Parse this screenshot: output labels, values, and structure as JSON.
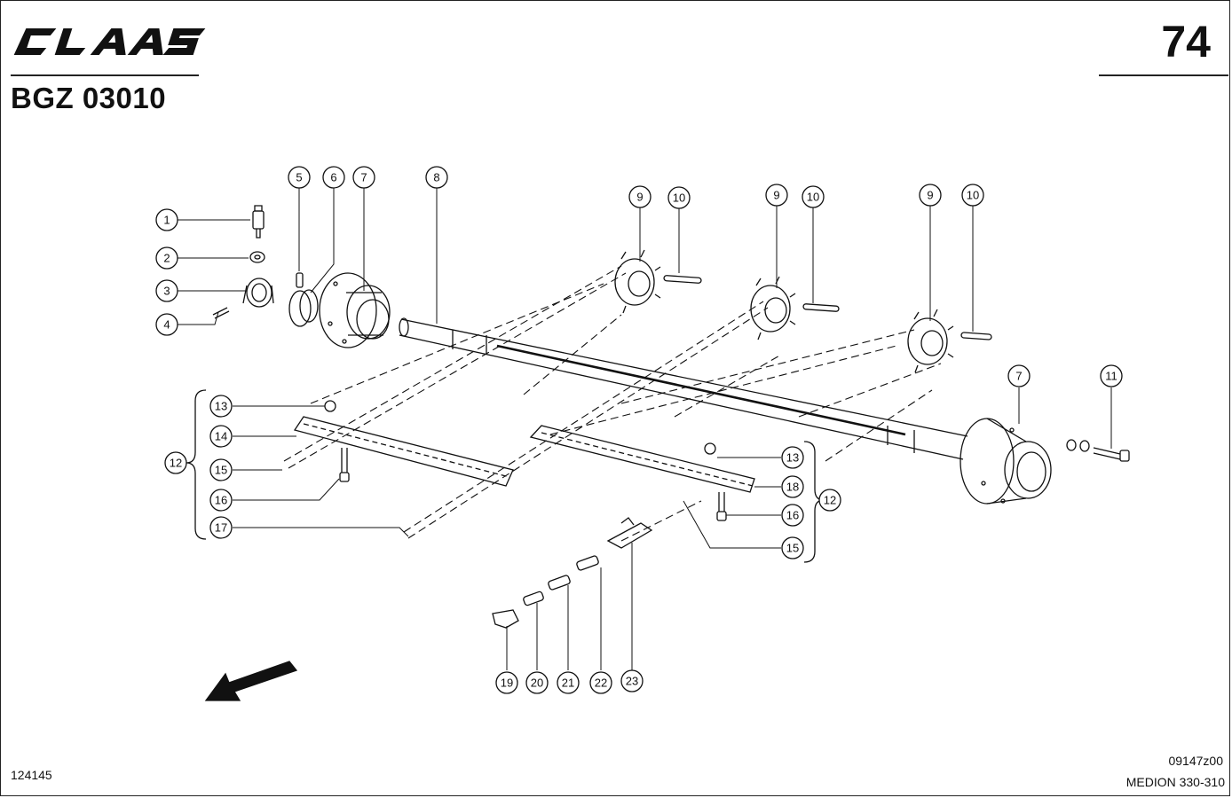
{
  "header": {
    "brand": "CLAAS",
    "doc_code": "BGZ 03010",
    "page_number": "74"
  },
  "footer": {
    "drawing_number": "124145",
    "drawing_ref": "09147z00",
    "model": "MEDION 330-310"
  },
  "callouts": [
    {
      "id": "c1",
      "label": "1"
    },
    {
      "id": "c2",
      "label": "2"
    },
    {
      "id": "c3",
      "label": "3"
    },
    {
      "id": "c4",
      "label": "4"
    },
    {
      "id": "c5",
      "label": "5"
    },
    {
      "id": "c6",
      "label": "6"
    },
    {
      "id": "c7a",
      "label": "7"
    },
    {
      "id": "c8",
      "label": "8"
    },
    {
      "id": "c9a",
      "label": "9"
    },
    {
      "id": "c10a",
      "label": "10"
    },
    {
      "id": "c9b",
      "label": "9"
    },
    {
      "id": "c10b",
      "label": "10"
    },
    {
      "id": "c9c",
      "label": "9"
    },
    {
      "id": "c10c",
      "label": "10"
    },
    {
      "id": "c7b",
      "label": "7"
    },
    {
      "id": "c11",
      "label": "11"
    },
    {
      "id": "c13a",
      "label": "13"
    },
    {
      "id": "c14",
      "label": "14"
    },
    {
      "id": "c12a",
      "label": "12"
    },
    {
      "id": "c15a",
      "label": "15"
    },
    {
      "id": "c16a",
      "label": "16"
    },
    {
      "id": "c17",
      "label": "17"
    },
    {
      "id": "c13b",
      "label": "13"
    },
    {
      "id": "c18",
      "label": "18"
    },
    {
      "id": "c12b",
      "label": "12"
    },
    {
      "id": "c16b",
      "label": "16"
    },
    {
      "id": "c15b",
      "label": "15"
    },
    {
      "id": "c19",
      "label": "19"
    },
    {
      "id": "c20",
      "label": "20"
    },
    {
      "id": "c21",
      "label": "21"
    },
    {
      "id": "c22",
      "label": "22"
    },
    {
      "id": "c23",
      "label": "23"
    }
  ]
}
